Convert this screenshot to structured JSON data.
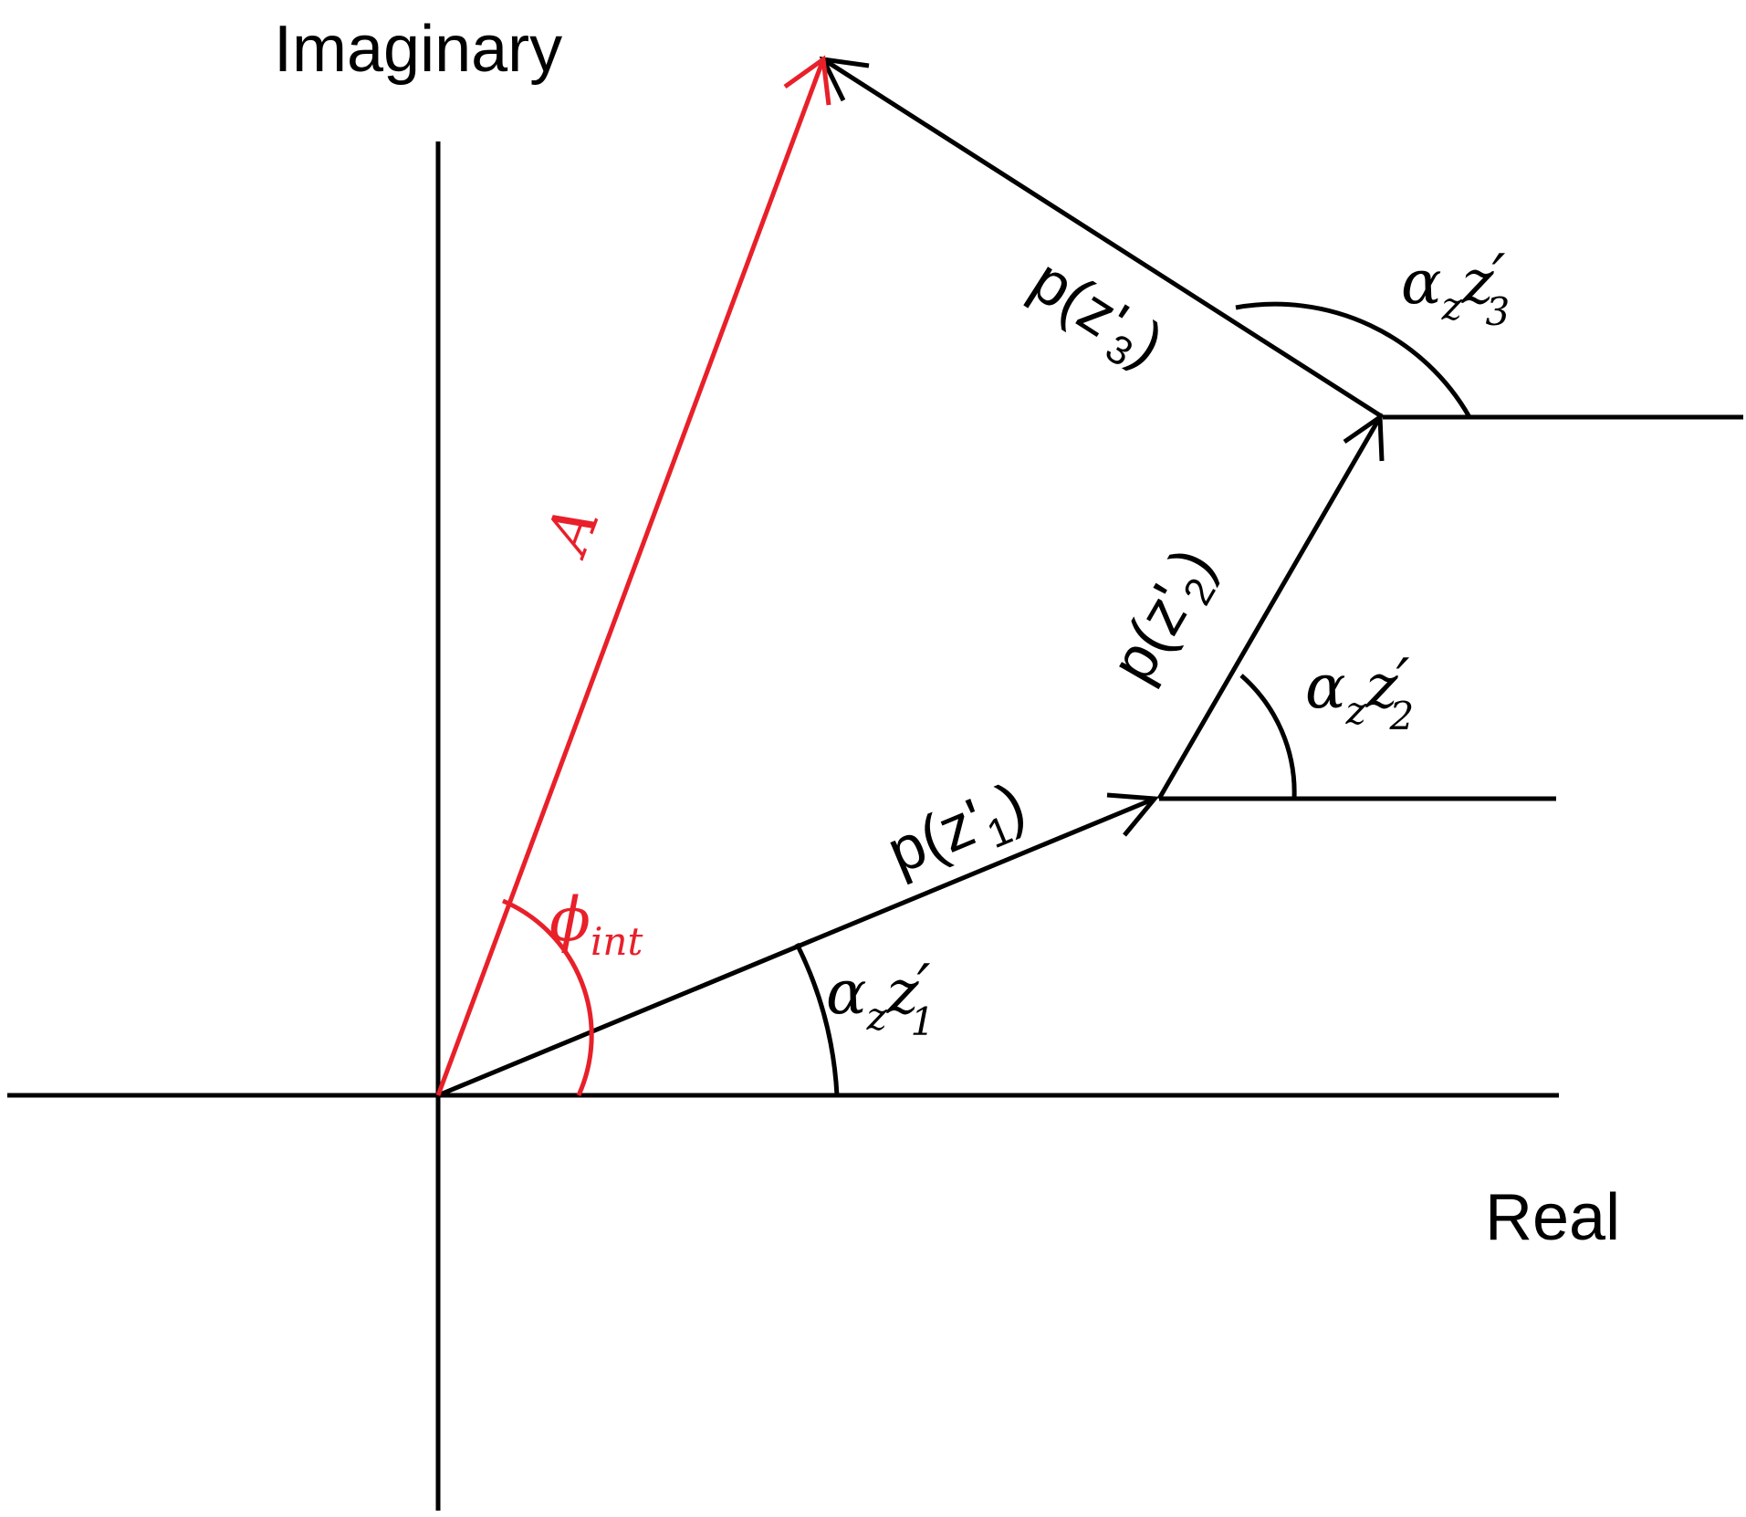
{
  "axes": {
    "imaginary_label": "Imaginary",
    "real_label": "Real"
  },
  "vectors": {
    "p1": {
      "main": "p(z'",
      "sub": "1",
      "close": ")"
    },
    "p2": {
      "main": "p(z'",
      "sub": "2",
      "close": ")"
    },
    "p3": {
      "main": "p(z'",
      "sub": "3",
      "close": ")"
    },
    "resultant": {
      "label": "A"
    }
  },
  "angles": {
    "a1": {
      "alpha": "α",
      "sub_z": "z",
      "z": "z",
      "prime": "′",
      "idx": "1"
    },
    "a2": {
      "alpha": "α",
      "sub_z": "z",
      "z": "z",
      "prime": "′",
      "idx": "2"
    },
    "a3": {
      "alpha": "α",
      "sub_z": "z",
      "z": "z",
      "prime": "′",
      "idx": "3"
    },
    "phi": {
      "symbol": "ϕ",
      "sub": "int"
    }
  },
  "colors": {
    "resultant": "#e8202a",
    "phasors": "#000000"
  }
}
